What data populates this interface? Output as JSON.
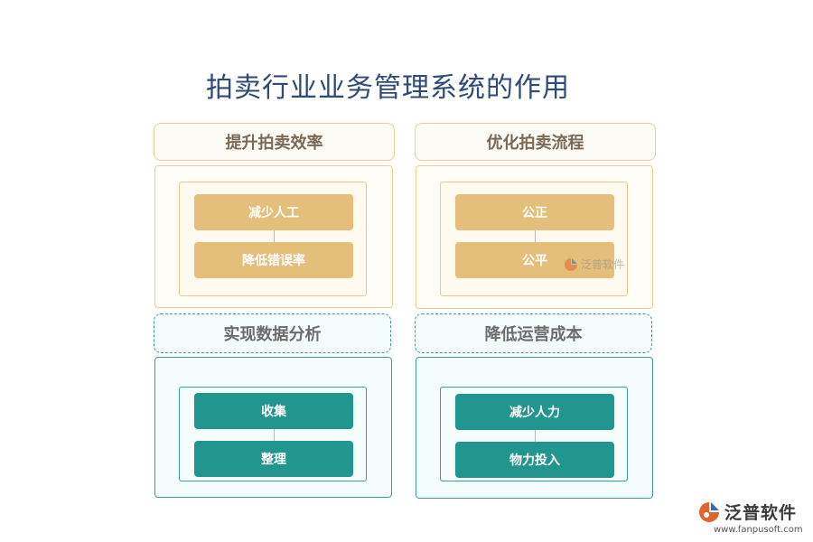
{
  "title": "拍卖行业业务管理系统的作用",
  "sections": [
    {
      "header": "提升拍卖效率",
      "items": [
        "减少人工",
        "降低错误率"
      ]
    },
    {
      "header": "优化拍卖流程",
      "items": [
        "公正",
        "公平"
      ]
    },
    {
      "header": "实现数据分析",
      "items": [
        "收集",
        "整理"
      ]
    },
    {
      "header": "降低运营成本",
      "items": [
        "减少人力",
        "物力投入"
      ]
    }
  ],
  "watermark": {
    "text": "泛普软件"
  },
  "logo": {
    "name": "泛普软件",
    "url": "www.fanpusoft.com"
  },
  "colors": {
    "gold": "#e4bf7b",
    "teal": "#23958f",
    "title": "#2f4a78"
  }
}
